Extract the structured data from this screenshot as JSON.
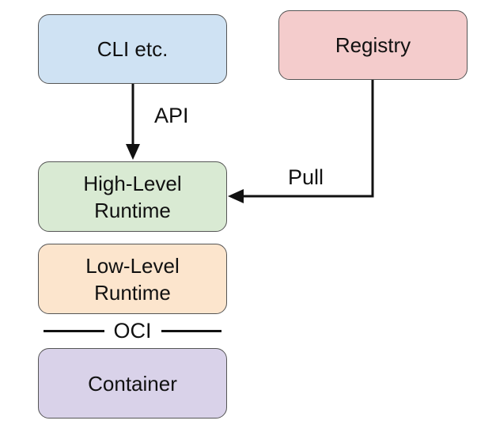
{
  "nodes": {
    "cli": {
      "label": "CLI etc.",
      "fill": "#cfe2f3"
    },
    "registry": {
      "label": "Registry",
      "fill": "#f4cccc"
    },
    "high_level_runtime": {
      "label": "High-Level\nRuntime",
      "fill": "#d9ead3"
    },
    "low_level_runtime": {
      "label": "Low-Level\nRuntime",
      "fill": "#fce5cd"
    },
    "container": {
      "label": "Container",
      "fill": "#d9d2e9"
    }
  },
  "edges": {
    "api": {
      "label": "API",
      "from": "CLI etc.",
      "to": "High-Level Runtime"
    },
    "pull": {
      "label": "Pull",
      "from": "Registry",
      "to": "High-Level Runtime"
    }
  },
  "separator": {
    "label": "OCI"
  },
  "colors": {
    "stroke": "#111111",
    "border": "#555555"
  }
}
